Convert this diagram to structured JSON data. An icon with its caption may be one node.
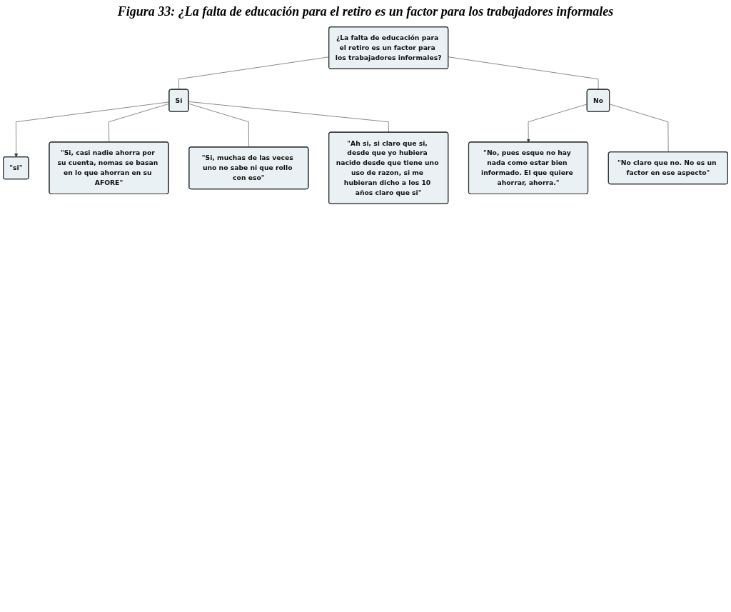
{
  "diagram": {
    "title": "Figura 33: ¿La falta de educación para el retiro es un factor para los trabajadores informales",
    "nodes": [
      {
        "text": [
          "¿La falta de educación para el retiro es un factor para los trabajadores informales?"
        ]
      },
      {
        "text": [
          "Si"
        ]
      },
      {
        "text": [
          "No"
        ]
      },
      {
        "text": [
          "\"si\""
        ]
      },
      {
        "text": [
          "\"Si, casi nadie ahorra por su cuenta, nomas se basan en lo que ahorran en su AFORE\""
        ]
      },
      {
        "text": [
          "\"Si, muchas de las veces uno no sabe ni que rollo con eso\""
        ]
      },
      {
        "text": [
          "\"Ah si, si claro que si, desde que yo hubiera nacido desde que tiene uno uso de razon, si me hubieran dicho a los 10 años claro que si\""
        ]
      },
      {
        "text": [
          "\"No, pues esque no hay nada como estar bien informado. El que quiere ahorrar, ahorra.\""
        ]
      },
      {
        "text": [
          "\"No claro que no. No es un factor en ese aspecto\""
        ]
      }
    ],
    "edges": [
      {
        "from": 0,
        "to": 1,
        "arrow": "none"
      },
      {
        "from": 0,
        "to": 2,
        "arrow": "none"
      },
      {
        "from": 1,
        "to": 3,
        "arrow": "to"
      },
      {
        "from": 1,
        "to": 4,
        "arrow": "none"
      },
      {
        "from": 1,
        "to": 5,
        "arrow": "none"
      },
      {
        "from": 1,
        "to": 6,
        "arrow": "none"
      },
      {
        "from": 2,
        "to": 7,
        "arrow": "to"
      },
      {
        "from": 2,
        "to": 8,
        "arrow": "none"
      }
    ]
  }
}
